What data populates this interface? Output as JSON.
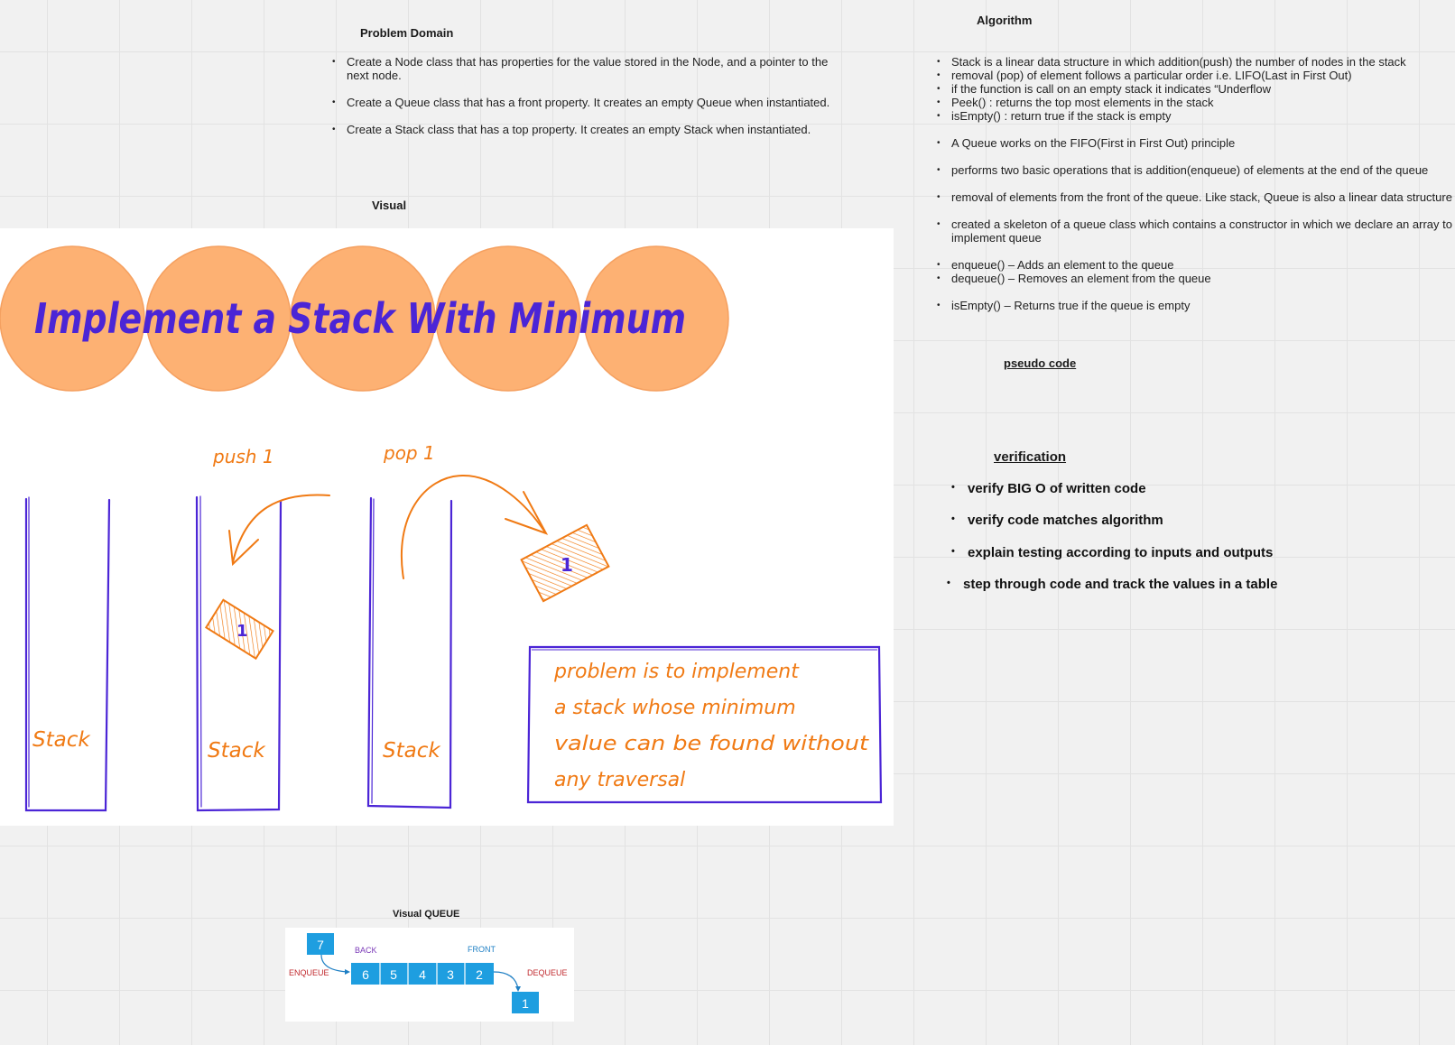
{
  "problem_domain": {
    "heading": "Problem Domain",
    "items": [
      "Create a Node class that has properties for the value stored in the Node, and a pointer to the next node.",
      "Create a Queue class that has a front property. It creates an empty Queue when instantiated.",
      "Create a Stack class that has a top property. It creates an empty Stack when instantiated."
    ]
  },
  "algorithm": {
    "heading": "Algorithm",
    "items": [
      "Stack is a linear data structure in which addition(push) the number of nodes in the stack",
      "removal (pop) of element follows a particular order i.e. LIFO(Last in First Out)",
      "if the function is call on an empty stack it indicates “Underflow",
      "Peek() : returns the top most elements in the stack",
      "isEmpty() : return true if the stack is empty",
      "A Queue works on the FIFO(First in First Out) principle",
      "performs two basic operations that is addition(enqueue) of elements at the end of the queue",
      "removal of elements from the front of the queue. Like stack, Queue is also a linear data structure",
      "created a skeleton of a queue class which contains a constructor in which we declare an array to implement queue",
      "enqueue() – Adds an element to the queue",
      "dequeue() – Removes an element from the queue",
      "isEmpty() – Returns true if the queue is empty"
    ]
  },
  "pseudo_code": {
    "heading": "pseudo code"
  },
  "verification": {
    "heading": "verification",
    "items": [
      "verify BIG O  of written code",
      "verify code matches  algorithm",
      "explain testing according to inputs and outputs",
      "step through code and track the values in a table"
    ]
  },
  "visual": {
    "heading": "Visual",
    "title": "Implement a Stack With Minimum",
    "push_label": "push 1",
    "pop_label": "pop 1",
    "stack_labels": [
      "Stack",
      "Stack",
      "Stack"
    ],
    "item_value": "1",
    "note_lines": [
      "problem is to implement",
      "a stack whose minimum",
      "value can be found without",
      "any traversal"
    ],
    "colors": {
      "circle": "#fdb173",
      "ink_blue": "#4b25d6",
      "ink_orange": "#f07a14"
    }
  },
  "visual_queue": {
    "heading": "Visual  QUEUE",
    "enqueue_label": "ENQUEUE",
    "dequeue_label": "DEQUEUE",
    "back_label": "BACK",
    "front_label": "FRONT",
    "incoming": "7",
    "cells": [
      "6",
      "5",
      "4",
      "3",
      "2"
    ],
    "outgoing": "1",
    "colors": {
      "cell": "#1e9ee0",
      "enqueue": "#c0282d",
      "back": "#7b3ab8",
      "front": "#1e7fc4"
    }
  }
}
